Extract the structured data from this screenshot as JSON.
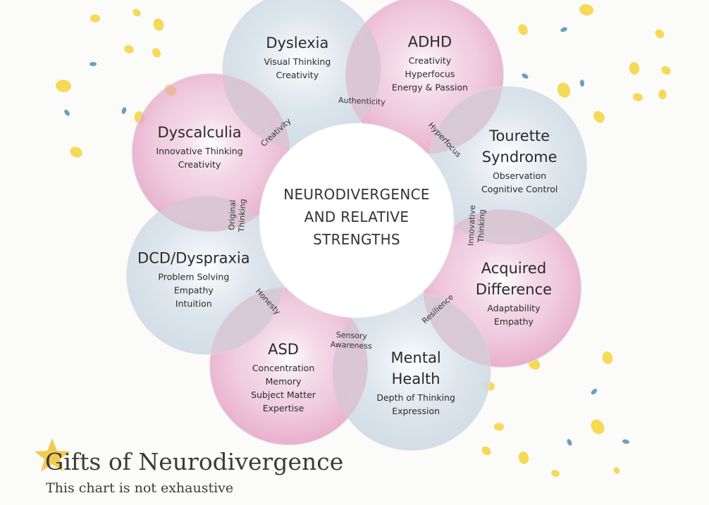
{
  "center": {
    "lines": [
      "NEURODIVERGENCE",
      "AND RELATIVE",
      "STRENGTHS"
    ]
  },
  "petals": [
    {
      "title": [
        "Dyslexia"
      ],
      "items": [
        "Visual Thinking",
        "Creativity"
      ],
      "tone": "blue"
    },
    {
      "title": [
        "ADHD"
      ],
      "items": [
        "Creativity",
        "Hyperfocus",
        "Energy & Passion"
      ],
      "tone": "pink"
    },
    {
      "title": [
        "Tourette",
        "Syndrome"
      ],
      "items": [
        "Observation",
        "Cognitive Control"
      ],
      "tone": "blue"
    },
    {
      "title": [
        "Acquired",
        "Difference"
      ],
      "items": [
        "Adaptability",
        "Empathy"
      ],
      "tone": "pink"
    },
    {
      "title": [
        "Mental",
        "Health"
      ],
      "items": [
        "Depth of Thinking",
        "Expression"
      ],
      "tone": "blue"
    },
    {
      "title": [
        "ASD"
      ],
      "items": [
        "Concentration",
        "Memory",
        "Subject Matter",
        "Expertise"
      ],
      "tone": "pink"
    },
    {
      "title": [
        "DCD/Dyspraxia"
      ],
      "items": [
        "Problem Solving",
        "Empathy",
        "Intuition"
      ],
      "tone": "blue"
    },
    {
      "title": [
        "Dyscalculia"
      ],
      "items": [
        "Innovative Thinking",
        "Creativity"
      ],
      "tone": "pink"
    }
  ],
  "overlaps": [
    {
      "lines": [
        "Authenticity"
      ]
    },
    {
      "lines": [
        "Hyperfocus"
      ]
    },
    {
      "lines": [
        "Innovative",
        "Thinking"
      ]
    },
    {
      "lines": [
        "Resilience"
      ]
    },
    {
      "lines": [
        "Sensory",
        "Awareness"
      ]
    },
    {
      "lines": [
        "Honesty"
      ]
    },
    {
      "lines": [
        "Original",
        "Thinking"
      ]
    },
    {
      "lines": [
        "Creativity"
      ]
    }
  ],
  "footer": {
    "title": "Gifts of Neurodivergence",
    "subtitle": "This chart is not exhaustive"
  },
  "colors": {
    "pink": "#e7a9c9",
    "blue": "#cfdbe6",
    "overlap": "#d8c8d4",
    "center": "#ffffff",
    "dot_yellow": "#f5d43a",
    "dot_blue": "#4d8fb5",
    "star": "#f2cc52"
  }
}
